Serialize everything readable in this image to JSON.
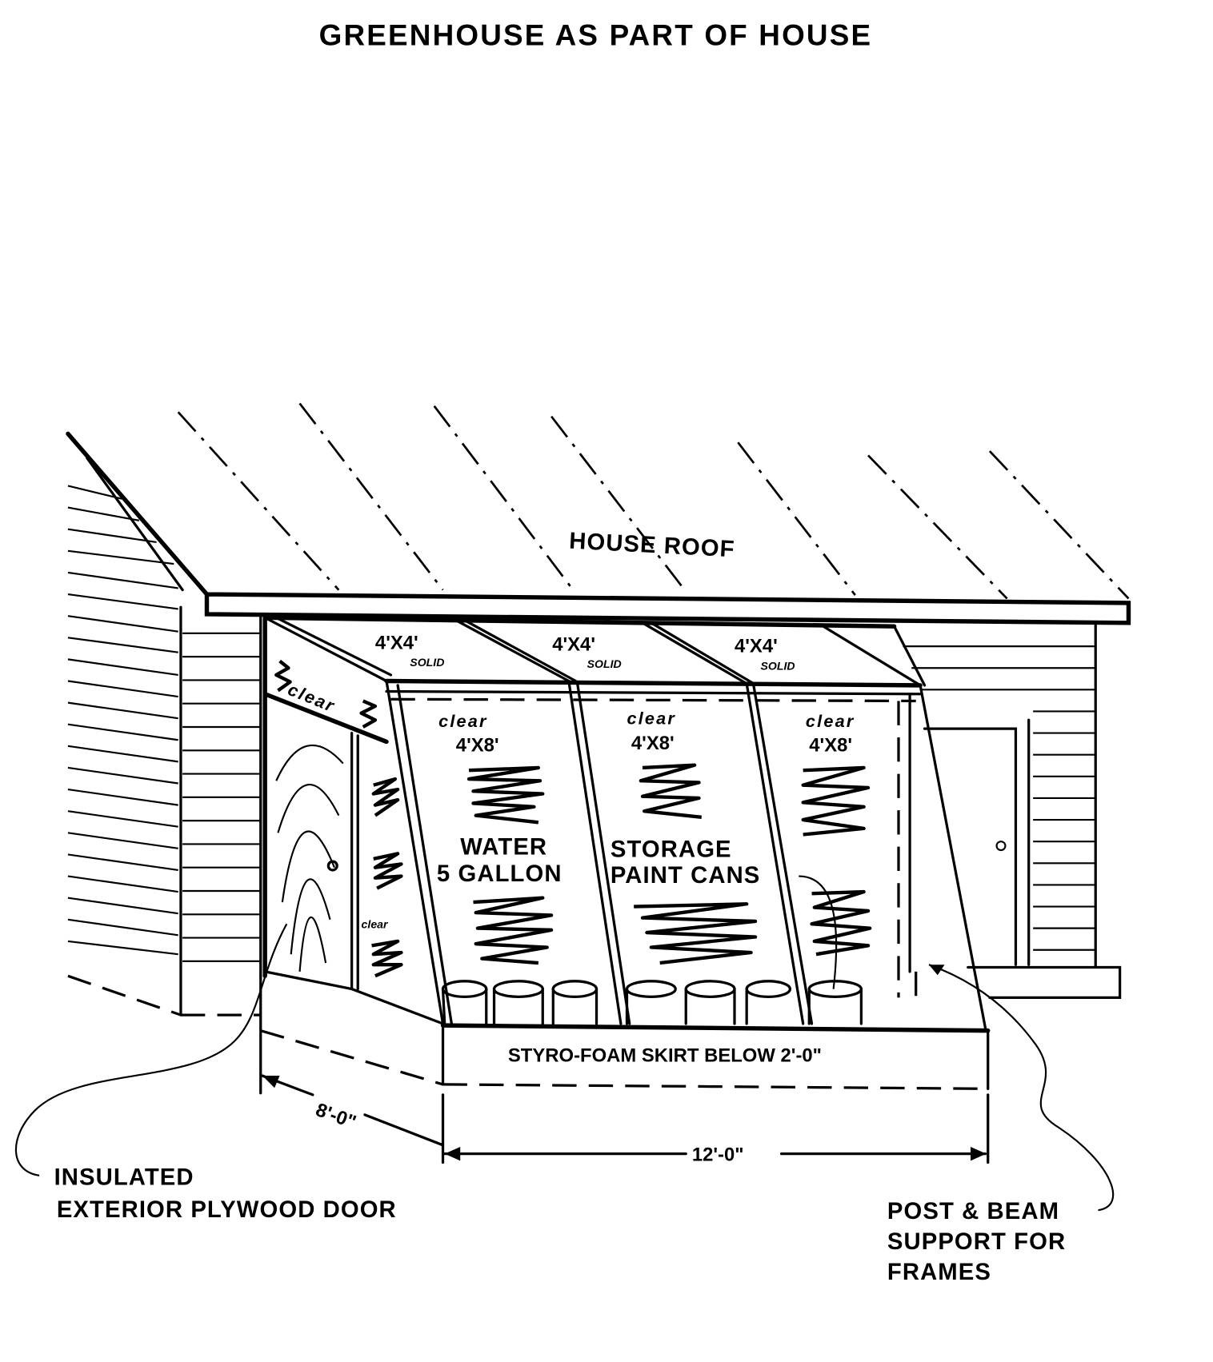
{
  "title": "GREENHOUSE AS PART OF HOUSE",
  "labels": {
    "house_roof": "HOUSE ROOF",
    "panel_top_1": "4'X4'",
    "panel_top_2": "4'X4'",
    "panel_top_3": "4'X4'",
    "solid_1": "SOLID",
    "solid_2": "SOLID",
    "solid_3": "SOLID",
    "clear_side_top": "clear",
    "clear_side_low": "clear",
    "clear_1": "clear",
    "clear_2": "clear",
    "clear_3": "clear",
    "panel_front_1": "4'X8'",
    "panel_front_2": "4'X8'",
    "panel_front_3": "4'X8'",
    "water_line1": "WATER",
    "water_line2": "5 GALLON",
    "storage_line1": "STORAGE",
    "storage_line2": "PAINT CANS",
    "skirt": "STYRO-FOAM SKIRT BELOW 2'-0\"",
    "dim_depth": "8'-0\"",
    "dim_width": "12'-0\"",
    "door_line1": "INSULATED",
    "door_line2": "EXTERIOR PLYWOOD DOOR",
    "post_line1": "POST & BEAM",
    "post_line2": "SUPPORT FOR",
    "post_line3": "FRAMES"
  }
}
